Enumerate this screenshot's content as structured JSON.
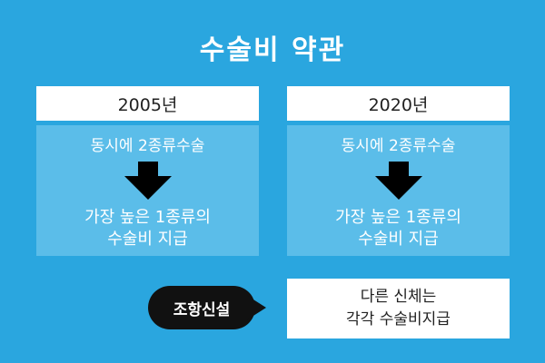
{
  "title": "수술비 약관",
  "columns": [
    {
      "year": "2005년",
      "condition": "동시에 2종류수술",
      "result_line1": "가장 높은 1종류의",
      "result_line2": "수술비 지급"
    },
    {
      "year": "2020년",
      "condition": "동시에 2종류수술",
      "result_line1": "가장 높은 1종류의",
      "result_line2": "수술비 지급"
    }
  ],
  "clause": {
    "label": "조항신설",
    "line1": "다른 신체는",
    "line2": "각각 수술비지급"
  },
  "colors": {
    "background": "#2aa6df",
    "panel": "#5bbde9",
    "header": "#ffffff",
    "bubble": "#111111",
    "arrow": "#000000"
  }
}
